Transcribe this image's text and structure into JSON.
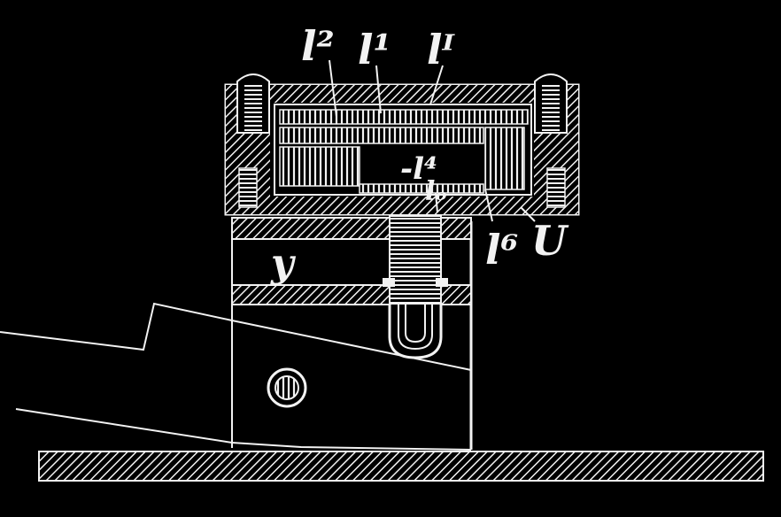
{
  "labels": {
    "l2": "l²",
    "l1": "l¹",
    "lI": "lᴵ",
    "l4": "-l⁴",
    "lo": "lₒ",
    "l6": "l⁶",
    "U": "U",
    "y": "y"
  },
  "colors": {
    "background": "#000000",
    "ink": "#f2f2f2"
  }
}
